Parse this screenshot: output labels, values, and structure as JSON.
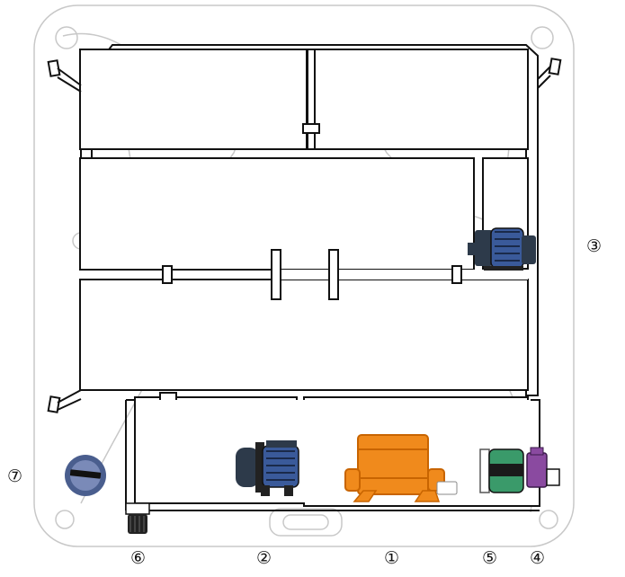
{
  "callouts": {
    "c1": "①",
    "c2": "②",
    "c3": "③",
    "c4": "④",
    "c5": "⑤",
    "c6": "⑥",
    "c7": "⑦"
  },
  "colors": {
    "pipe_outline": "#111111",
    "tub_outline": "#c8c8c8",
    "heater": "#f08a1c",
    "heater_dark": "#c86400",
    "pump_body": "#2d3a4a",
    "pump_blue": "#3a5a9a",
    "filter_green": "#3a9a6a",
    "ozonator_purple": "#8a4aa0",
    "drain_knob": "#4a5e8e"
  },
  "icons": [
    "heater-icon",
    "circulation-pump-icon",
    "jet-pump-icon",
    "ozonator-icon",
    "filter-icon",
    "drain-valve-icon",
    "control-knob-icon"
  ]
}
